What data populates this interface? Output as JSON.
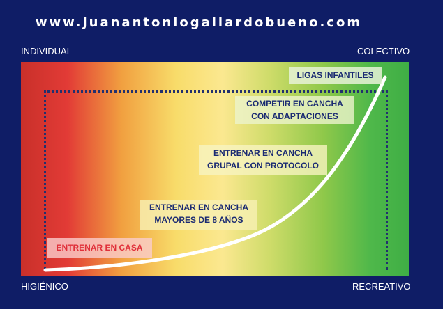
{
  "header": {
    "url": "www.juanantoniogallardobueno.com"
  },
  "axes": {
    "top_left": "INDIVIDUAL",
    "top_right": "COLECTIVO",
    "bottom_left": "HIGIÉNICO",
    "bottom_right": "RECREATIVO"
  },
  "stages": [
    {
      "label": "ENTRENAR EN CASA",
      "color": "#e0303a"
    },
    {
      "line1": "ENTRENAR EN CANCHA",
      "line2": "MAYORES DE 8 AÑOS"
    },
    {
      "line1": "ENTRENAR EN CANCHA",
      "line2": "GRUPAL CON PROTOCOLO"
    },
    {
      "line1": "COMPETIR EN CANCHA",
      "line2": "CON ADAPTACIONES"
    },
    {
      "label": "LIGAS INFANTILES"
    }
  ],
  "colors": {
    "background": "#0f1d66",
    "text": "#1a2a72",
    "curve": "#ffffff"
  }
}
